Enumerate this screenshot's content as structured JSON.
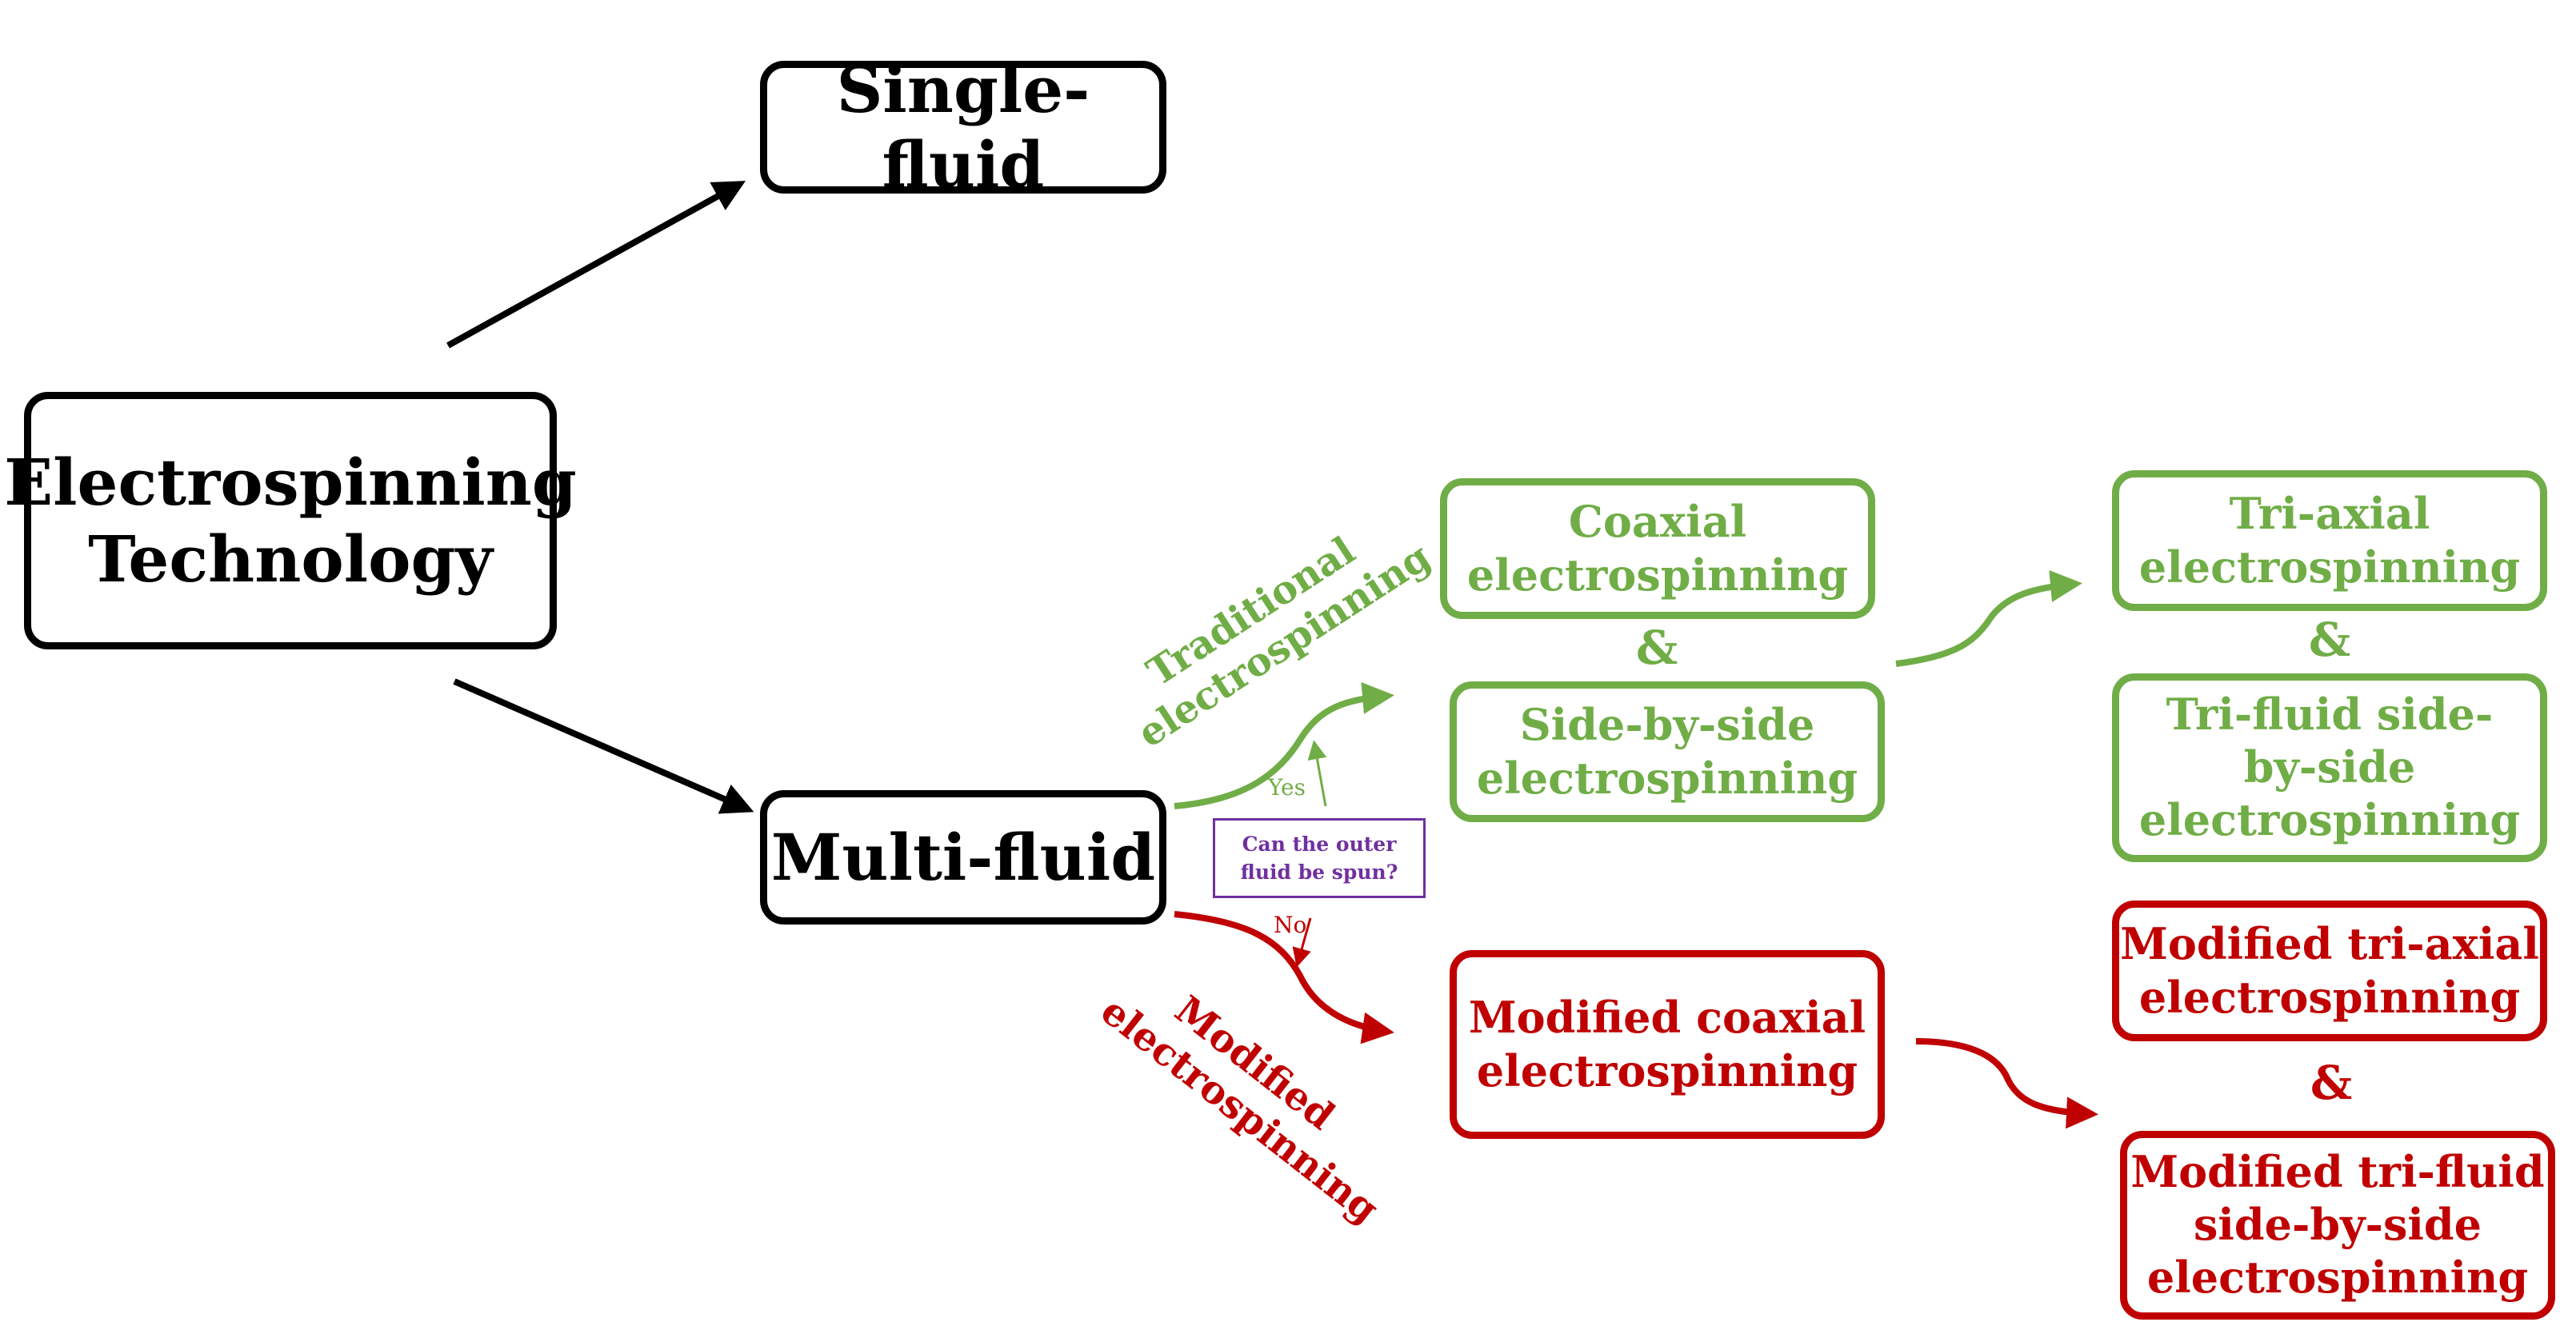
{
  "colors": {
    "black": "#000000",
    "green": "#70ad47",
    "red": "#c00000",
    "purple": "#7030a0"
  },
  "root": {
    "line1": "Electrospinning",
    "line2": "Technology"
  },
  "single_fluid": {
    "label": "Single-fluid"
  },
  "multi_fluid": {
    "label": "Multi-fluid"
  },
  "traditional": {
    "line1": "Traditional",
    "line2": "electrospinning"
  },
  "modified": {
    "line1": "Modified",
    "line2": "electrospinning"
  },
  "question": {
    "line1": "Can the outer",
    "line2": "fluid be spun?"
  },
  "yes_label": "Yes",
  "no_label": "No",
  "ampersand": "&",
  "coaxial": {
    "line1": "Coaxial",
    "line2": "electrospinning"
  },
  "side_by_side": {
    "line1": "Side-by-side",
    "line2": "electrospinning"
  },
  "tri_axial": {
    "line1": "Tri-axial",
    "line2": "electrospinning"
  },
  "tri_fluid_sbs": {
    "line1": "Tri-fluid side-",
    "line2": "by-side",
    "line3": "electrospinning"
  },
  "modified_coaxial": {
    "line1": "Modified coaxial",
    "line2": "electrospinning"
  },
  "modified_tri_axial": {
    "line1": "Modified tri-axial",
    "line2": "electrospinning"
  },
  "modified_tri_fluid_sbs": {
    "line1": "Modified tri-fluid",
    "line2": "side-by-side",
    "line3": "electrospinning"
  }
}
